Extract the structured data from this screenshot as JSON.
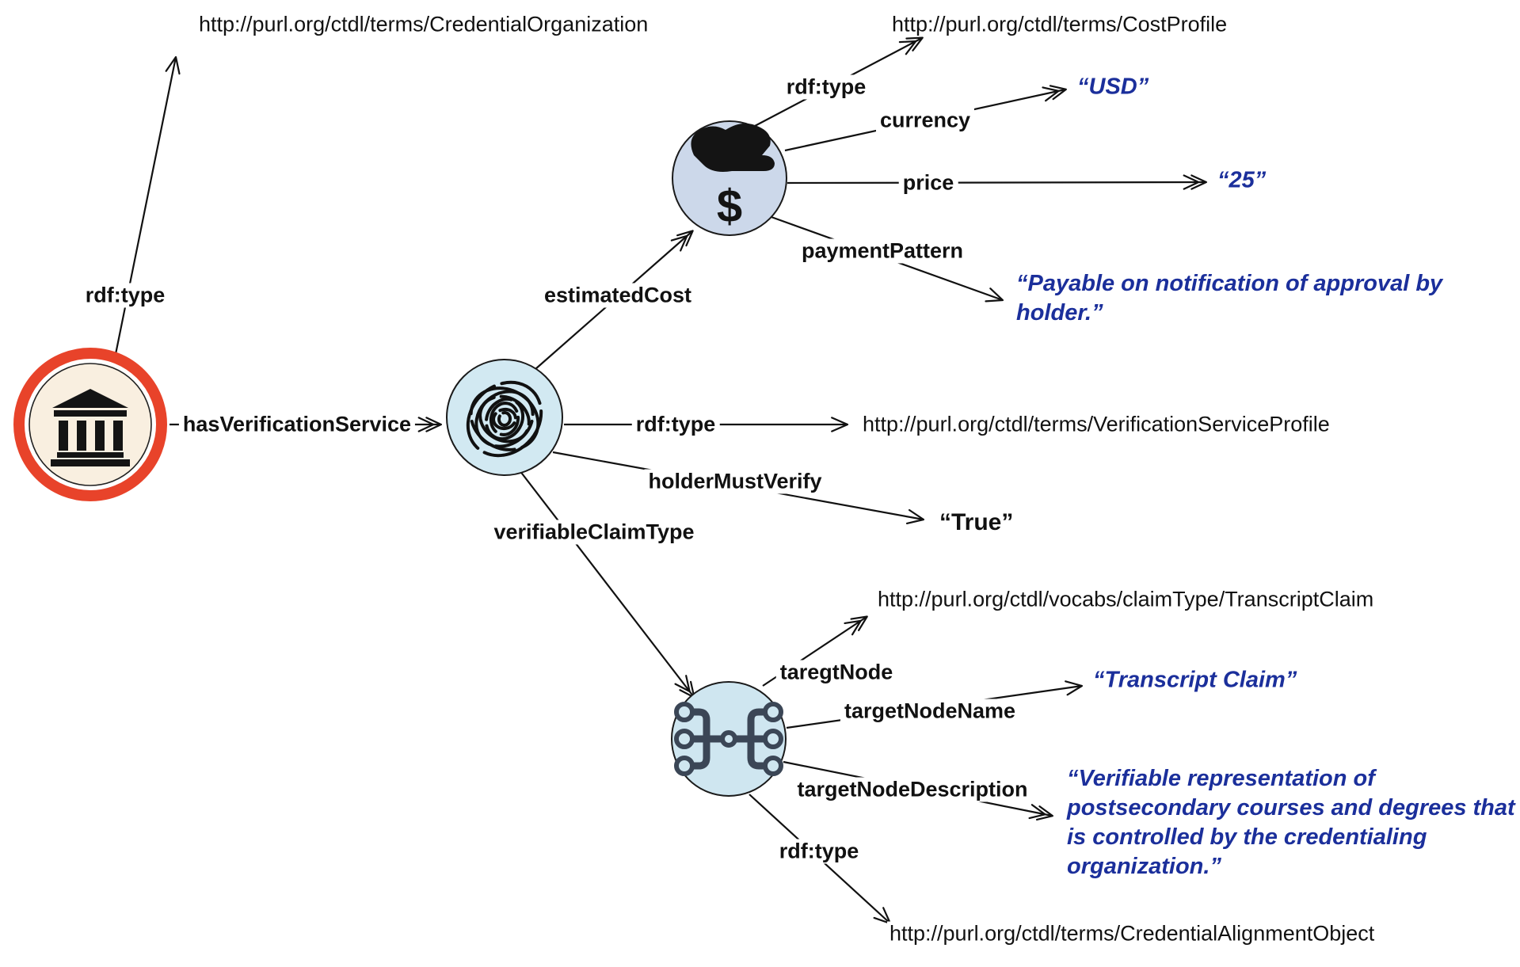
{
  "diagram": {
    "type": "rdf-graph",
    "colors": {
      "literal_blue": "#1b2f9b",
      "org_ring_red": "#e8432a",
      "org_fill_cream": "#f9efe0",
      "verification_node_fill": "#d2e9f2",
      "cost_node_fill": "#ccd8ea",
      "claim_node_fill": "#cfe6f0",
      "claim_icon_slate": "#3b4656",
      "line_black": "#111111"
    },
    "nodes": {
      "organization": {
        "icon": "bank-icon"
      },
      "verification_service": {
        "icon": "fingerprint-icon"
      },
      "cost": {
        "icon": "hand-dollar-icon"
      },
      "claim": {
        "icon": "network-claim-icon"
      }
    },
    "labels": {
      "rdf_type": "rdf:type",
      "has_verification_service": "hasVerificationService",
      "estimated_cost": "estimatedCost",
      "currency": "currency",
      "price": "price",
      "payment_pattern": "paymentPattern",
      "holder_must_verify": "holderMustVerify",
      "verifiable_claim_type": "verifiableClaimType",
      "taregt_node": "taregtNode",
      "target_node_name": "targetNodeName",
      "target_node_description": "targetNodeDescription"
    },
    "uris": {
      "credential_organization": "http://purl.org/ctdl/terms/CredentialOrganization",
      "cost_profile": "http://purl.org/ctdl/terms/CostProfile",
      "verification_service_profile": "http://purl.org/ctdl/terms/VerificationServiceProfile",
      "transcript_claim": "http://purl.org/ctdl/vocabs/claimType/TranscriptClaim",
      "credential_alignment_object": "http://purl.org/ctdl/terms/CredentialAlignmentObject"
    },
    "literals": {
      "usd": "“USD”",
      "price_25": "“25”",
      "payment_pattern_text": "“Payable on notification of approval by holder.”",
      "holder_must_verify_true": "“True”",
      "transcript_claim_name": "“Transcript Claim”",
      "target_node_description_text": "“Verifiable representation of postsecondary courses and degrees that is controlled by the credentialing organization.”"
    }
  }
}
